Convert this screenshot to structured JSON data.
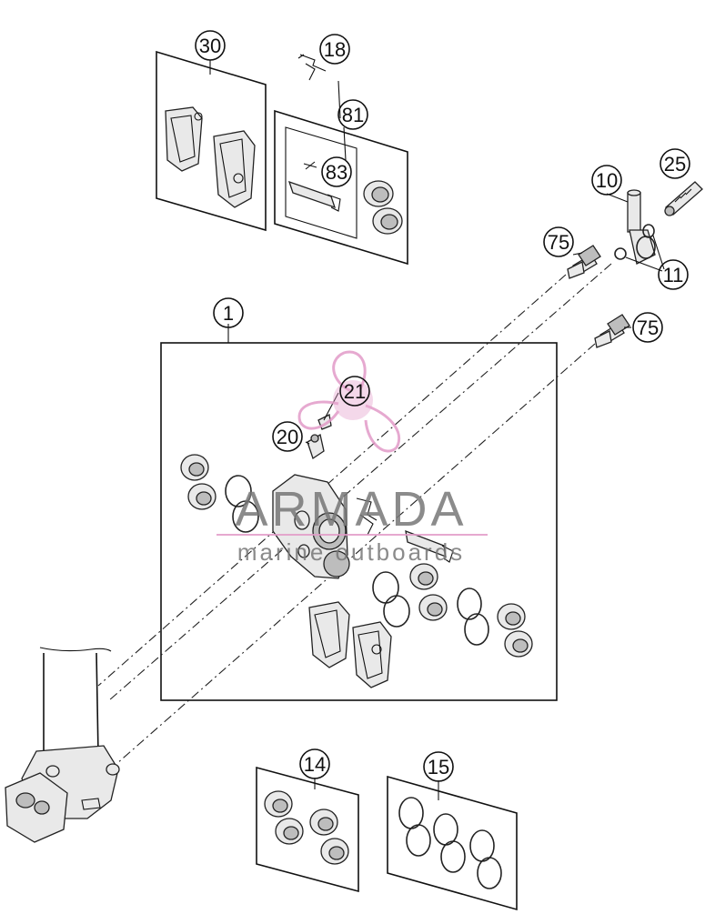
{
  "callouts": {
    "c30": "30",
    "c18": "18",
    "c81": "81",
    "c83": "83",
    "c25": "25",
    "c10": "10",
    "c75a": "75",
    "c11": "11",
    "c1": "1",
    "c75b": "75",
    "c21": "21",
    "c20": "20",
    "c14": "14",
    "c15": "15"
  },
  "watermark": {
    "brand": "ARMADA",
    "tagline": "marine outboards",
    "color": "#e29bc8"
  }
}
